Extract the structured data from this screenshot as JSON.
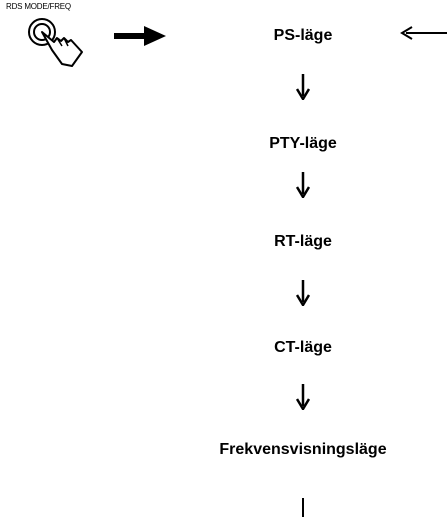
{
  "button": {
    "label": "RDS MODE/FREQ",
    "icon": "finger-press-button-icon"
  },
  "modes": [
    {
      "label": "PS-läge"
    },
    {
      "label": "PTY-läge"
    },
    {
      "label": "RT-läge"
    },
    {
      "label": "CT-läge"
    },
    {
      "label": "Frekvensvisningsläge"
    }
  ],
  "colors": {
    "ink": "#000000",
    "background": "#ffffff"
  }
}
